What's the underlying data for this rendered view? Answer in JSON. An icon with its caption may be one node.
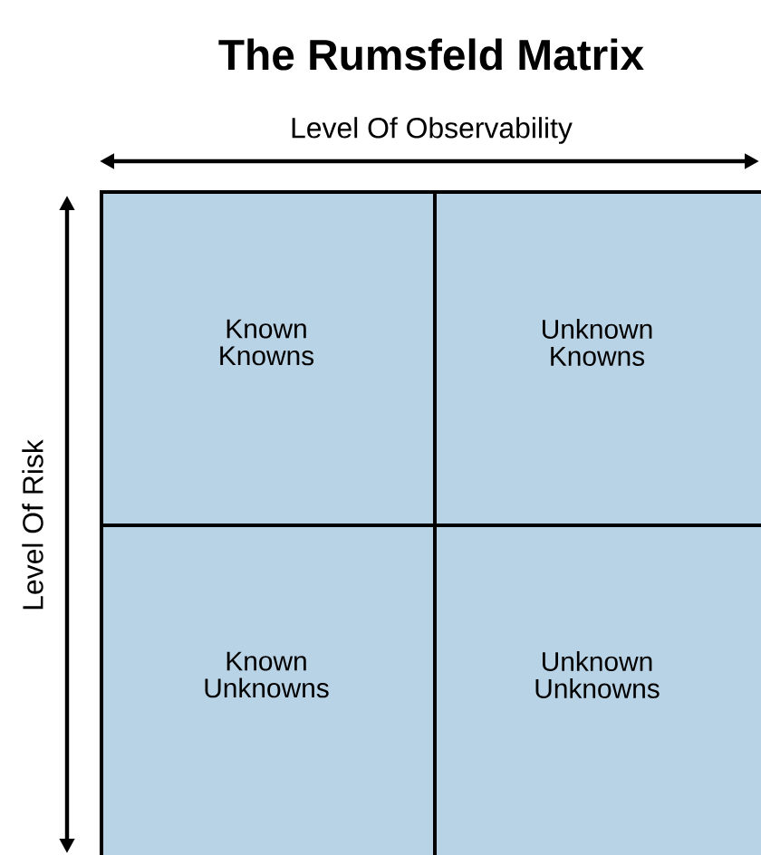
{
  "diagram": {
    "title": "The Rumsfeld Matrix",
    "nodes": [
      {
        "text": [
          "Known Knowns"
        ]
      },
      {
        "text": [
          "Unknown Knowns"
        ]
      },
      {
        "text": [
          "Known Unknowns"
        ]
      },
      {
        "text": [
          "Unknown Unknowns"
        ]
      }
    ],
    "labels": [
      "Level Of Observability",
      "Level Of Risk"
    ]
  }
}
